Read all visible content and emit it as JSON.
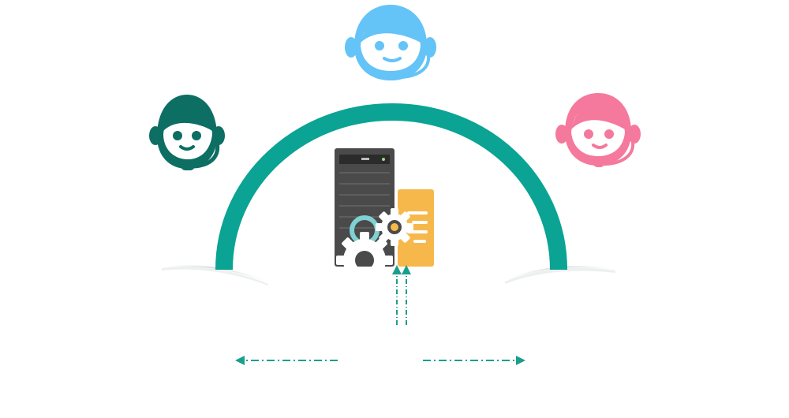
{
  "diagram": {
    "nodes": [
      {
        "id": "agent-left",
        "icon": "support-agent-headset-icon",
        "color": "#0d6e63"
      },
      {
        "id": "agent-top",
        "icon": "support-agent-headset-icon",
        "color": "#64c3f7"
      },
      {
        "id": "agent-right",
        "icon": "support-agent-headset-icon",
        "color": "#f4799c"
      },
      {
        "id": "server",
        "icon": "server-tower-icon",
        "color": "#4a4a4a"
      },
      {
        "id": "gears",
        "icon": "gears-icon",
        "color": "#ffffff"
      },
      {
        "id": "settings-panel",
        "icon": "settings-panel-icon",
        "color": "#f7b84b"
      }
    ],
    "arc_color": "#0aa394",
    "connector_color": "#1a9e8c",
    "connectors": [
      {
        "from": "bottom",
        "to": "server",
        "style": "dash-dot",
        "arrow": "up"
      },
      {
        "from": "center",
        "to": "left",
        "style": "dash-dot",
        "arrow": "left"
      },
      {
        "from": "center",
        "to": "right",
        "style": "dash-dot",
        "arrow": "right"
      }
    ]
  }
}
